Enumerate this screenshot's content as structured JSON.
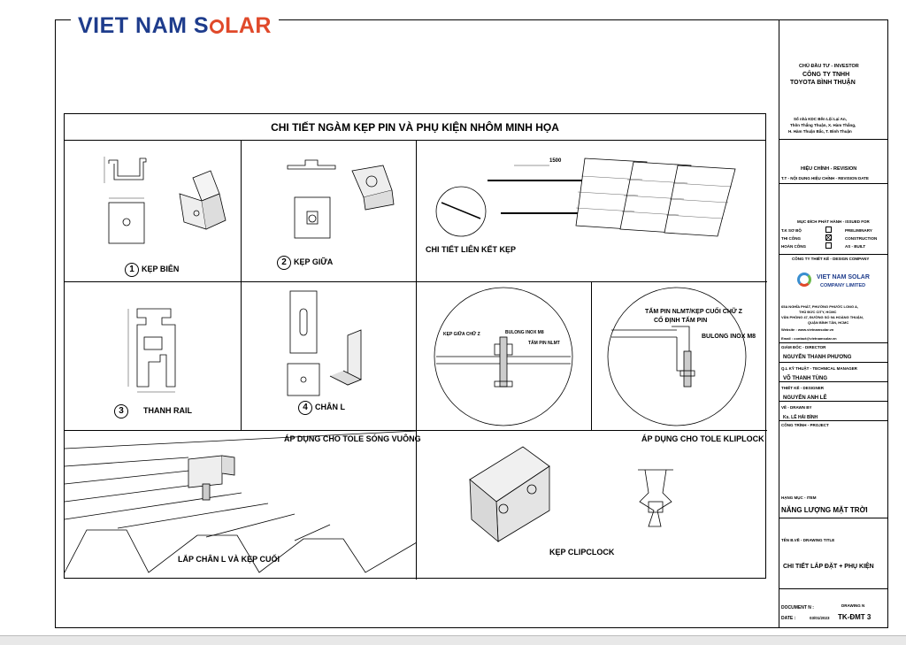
{
  "logo": {
    "part1": "VIET NAM S",
    "part2": "LAR"
  },
  "panel": {
    "header": "CHI TIẾT NGÀM KẸP PIN VÀ PHỤ KIỆN NHÔM MINH HỌA",
    "kep_bien": {
      "num": "1",
      "label": "KẸP BIÊN"
    },
    "kep_giua": {
      "num": "2",
      "label": "KẸP GIỮA"
    },
    "lien_ket": {
      "label": "CHI TIẾT LIÊN KẾT KẸP",
      "dim": "1500"
    },
    "thanh_rail": {
      "num": "3",
      "label": "THANH RAIL"
    },
    "chan_l": {
      "num": "4",
      "label": "CHÂN L"
    },
    "detail1": {
      "t1": "KẸP GIỮA CHỮ Z",
      "t2": "BULONG INOX M8",
      "t3": "TẤM PIN NLMT"
    },
    "detail2": {
      "t1": "TẤM PIN NLMT/KẸP CUỐI CHỮ Z",
      "t2": "CỐ ĐỊNH TẤM PIN",
      "t3": "BULONG INOX M8"
    },
    "tole_song": {
      "top": "ÁP DỤNG CHO TOLE SÓNG VUÔNG",
      "bottom": "LẮP CHÂN L VÀ KẸP CUỐI"
    },
    "kliplock": {
      "top": "ÁP DỤNG CHO TOLE KLIPLOCK",
      "bottom": "KẸP CLIPCLOCK"
    }
  },
  "titleblock": {
    "investor_label": "CHỦ ĐẦU TƯ - INVESTOR",
    "investor_name1": "CÔNG TY TNHH",
    "investor_name2": "TOYOTA BÌNH THUẬN",
    "address1": "Số nhà KDC Bến Lội Lại An,",
    "address2": "Thôn Thắng Thuận, X. Hàm Thắng,",
    "address3": "H. Hàm Thuận Bắc, T. Bình Thuận",
    "revision": "HIỆU CHỈNH - REVISION",
    "revision_cols": "T.T - NỘI DUNG HIỆU CHỈNH - REVISION DATE",
    "issue_label": "MỤC ĐÍCH PHÁT HÀNH - ISSUED FOR",
    "issue1_a": "T.K SƠ BỘ",
    "issue1_b": "PRELIMINARY",
    "issue2_a": "THI CÔNG",
    "issue2_b": "CONSTRUCTION",
    "issue3_a": "HOÀN CÔNG",
    "issue3_b": "AS - BUILT",
    "company_label": "CÔNG TY THIẾT KẾ - DESIGN COMPANY",
    "company_logo1": "VIET NAM SOLAR",
    "company_logo2": "COMPANY LIMITED",
    "company_addr1": "65A NGHĨA PHÁT, PHƯỜNG PHƯỚC LONG A,",
    "company_addr2": "THỦ ĐỨC CITY, HCMC",
    "company_addr3": "VĂN PHÒNG 47, ĐƯỜNG SỐ 9A HOÀNG THUẬN,",
    "company_addr4": "QUẬN BÌNH TÂN, HCMC",
    "website": "Website : www.vietnamsolar.vn",
    "email": "Email : contact@vietnamsolar.vn",
    "director_label": "GIÁM ĐỐC - DIRECTOR",
    "director_name": "NGUYỄN THANH PHƯƠNG",
    "tech_label": "Q.L KỸ THUẬT - TECHNICAL MANAGER",
    "tech_name": "VÕ THANH TÙNG",
    "designer_label": "THIẾT KẾ - DESIGNER",
    "designer_name": "NGUYỄN ANH LÊ",
    "drawn_label": "VẼ - DRAWN BY",
    "drawn_name": "Ks. LÊ HẢI BÌNH",
    "project_label": "CÔNG TRÌNH - PROJECT",
    "item_label": "HẠNG MỤC - ITEM",
    "item_name": "NĂNG LƯỢNG MẶT TRỜI",
    "title_label": "TÊN B.VẼ - DRAWING TITLE",
    "title_name": "CHI TIẾT LẮP ĐẶT + PHỤ KIỆN",
    "doc_label": "DOCUMENT N :",
    "date_label": "DATE :",
    "date_value": "03/01/2023",
    "drawing_label": "DRAWING N",
    "drawing_value": "TK-ĐMT 3"
  }
}
